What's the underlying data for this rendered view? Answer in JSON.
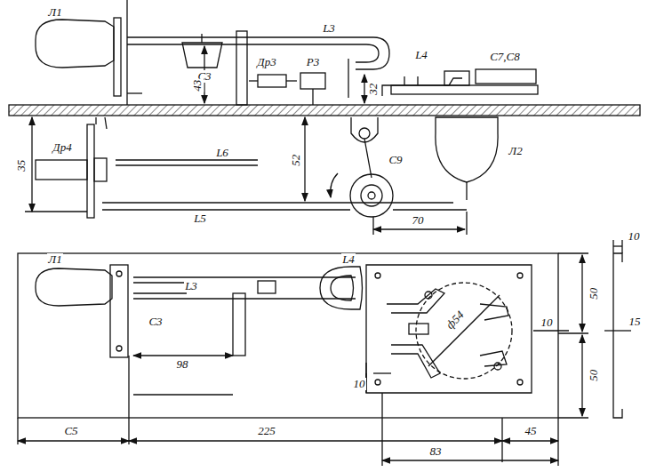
{
  "diagram": {
    "labels": [
      "Л1",
      "С3",
      "L3",
      "L4",
      "С7,С8",
      "Др3",
      "Р3",
      "43",
      "32",
      "35",
      "Др4",
      "L6",
      "52",
      "С9",
      "L5",
      "70",
      "Л2",
      "Л1",
      "L4",
      "L3",
      "С3",
      "98",
      "ф54",
      "10",
      "10",
      "50",
      "50",
      "10",
      "15",
      "С5",
      "225",
      "45",
      "83"
    ]
  }
}
